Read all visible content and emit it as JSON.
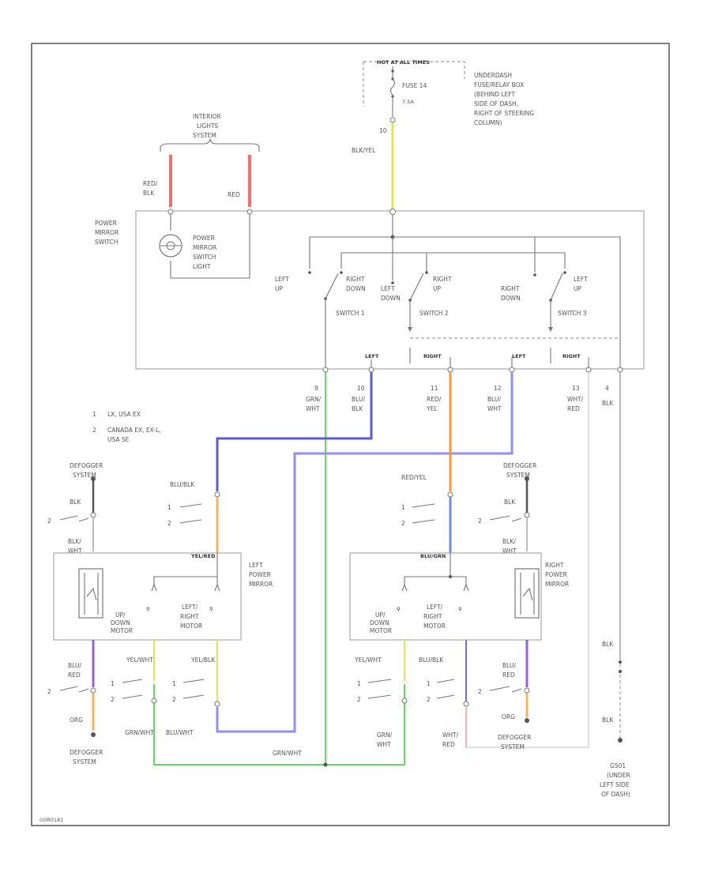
{
  "fuse_box": {
    "top_label": "HOT AT ALL TIMES",
    "fuse": "FUSE 14",
    "rating": "7.5A",
    "location": [
      "UNDERDASH",
      "FUSE/RELAY BOX",
      "(BEHIND LEFT",
      "SIDE OF DASH,",
      "RIGHT OF STEERING",
      "COLUMN)"
    ],
    "wire_num": "10",
    "wire_color": "BLK/YEL"
  },
  "interior_lights": [
    "INTERIOR",
    "LIGHTS",
    "SYSTEM"
  ],
  "interior_wires": {
    "left": [
      "RED/",
      "BLK"
    ],
    "right": "RED"
  },
  "power_mirror_switch": {
    "label": [
      "POWER",
      "MIRROR",
      "SWITCH"
    ],
    "light_label": [
      "POWER",
      "MIRROR",
      "SWITCH",
      "LIGHT"
    ],
    "sw1": {
      "name": "SWITCH 1",
      "left_up": [
        "LEFT",
        "UP"
      ],
      "right_down": [
        "RIGHT",
        "DOWN"
      ]
    },
    "sw2": {
      "name": "SWITCH 2",
      "left_down": [
        "LEFT",
        "DOWN"
      ],
      "right_up": [
        "RIGHT",
        "UP"
      ]
    },
    "sw3": {
      "name": "SWITCH 3",
      "right_down": [
        "RIGHT",
        "DOWN"
      ],
      "left_up": [
        "LEFT",
        "UP"
      ]
    },
    "terminal_labels": [
      "LEFT",
      "RIGHT",
      "LEFT",
      "RIGHT"
    ]
  },
  "output_wires": [
    {
      "num": "9",
      "color": [
        "GRN/",
        "WHT"
      ]
    },
    {
      "num": "10",
      "color": [
        "BLU/",
        "BLK"
      ]
    },
    {
      "num": "11",
      "color": [
        "RED/",
        "YEL"
      ]
    },
    {
      "num": "12",
      "color": [
        "BLU/",
        "WHT"
      ]
    },
    {
      "num": "13",
      "color": [
        "WHT/",
        "RED"
      ]
    },
    {
      "num": "4",
      "color": "BLK"
    }
  ],
  "legend": [
    {
      "num": "1",
      "text": "LX, USA EX"
    },
    {
      "num": "2",
      "text": [
        "CANADA EX, EX-L,",
        "USA SE"
      ]
    }
  ],
  "left_mirror": {
    "defogger_top": [
      "DEFOGGER",
      "SYSTEM"
    ],
    "defogger_bottom": [
      "DEFOGGER",
      "SYSTEM"
    ],
    "wire_blk": "BLK",
    "wire_blk_wht": [
      "BLK/",
      "WHT"
    ],
    "wire_blu_red": [
      "BLU/",
      "RED"
    ],
    "wire_org": "ORG",
    "wire_blu_blk": "BLU/BLK",
    "wire_yel_red": "YEL/RED",
    "wire_yel_wht": "YEL/WHT",
    "wire_yel_blk": "YEL/BLK",
    "wire_grn_wht": "GRN/WHT",
    "wire_blu_wht": "BLU/WHT",
    "label": [
      "LEFT",
      "POWER",
      "MIRROR"
    ],
    "motor_updown": [
      "UP/",
      "DOWN",
      "MOTOR"
    ],
    "motor_leftright": [
      "LEFT/",
      "RIGHT",
      "MOTOR"
    ]
  },
  "right_mirror": {
    "defogger_top": [
      "DEFOGGER",
      "SYSTEM"
    ],
    "defogger_bottom": [
      "DEFOGGER",
      "SYSTEM"
    ],
    "wire_red_yel": "RED/YEL",
    "wire_blu_grn": "BLU/GRN",
    "wire_blk": "BLK",
    "wire_blk_wht": [
      "BLK/",
      "WHT"
    ],
    "wire_blu_red": [
      "BLU/",
      "RED"
    ],
    "wire_org": "ORG",
    "wire_yel_wht": "YEL/WHT",
    "wire_blu_blk": "BLU/BLK",
    "wire_grn_wht": [
      "GRN/",
      "WHT"
    ],
    "wire_wht_red": [
      "WHT/",
      "RED"
    ],
    "label": [
      "RIGHT",
      "POWER",
      "MIRROR"
    ],
    "motor_updown": [
      "UP/",
      "DOWN",
      "MOTOR"
    ],
    "motor_leftright": [
      "LEFT/",
      "RIGHT",
      "MOTOR"
    ]
  },
  "ground": {
    "wire1": "BLK",
    "wire2": "BLK",
    "label": [
      "G501",
      "(UNDER",
      "LEFT SIDE",
      "OF DASH)"
    ]
  },
  "figure_id": "G0R0181",
  "wire_colors": {
    "red": "#ef6f6f",
    "yellow": "#e3e35a",
    "blue": "#5b5bd6",
    "green": "#66d466",
    "orange": "#f59a3a",
    "purple": "#9a5fd1",
    "orange_light": "#f6b35c",
    "blue_light": "#6f8fe0",
    "pink": "#f5a0a0",
    "gray": "#bbbbbb",
    "blue_wht": "#8f8ff5"
  }
}
